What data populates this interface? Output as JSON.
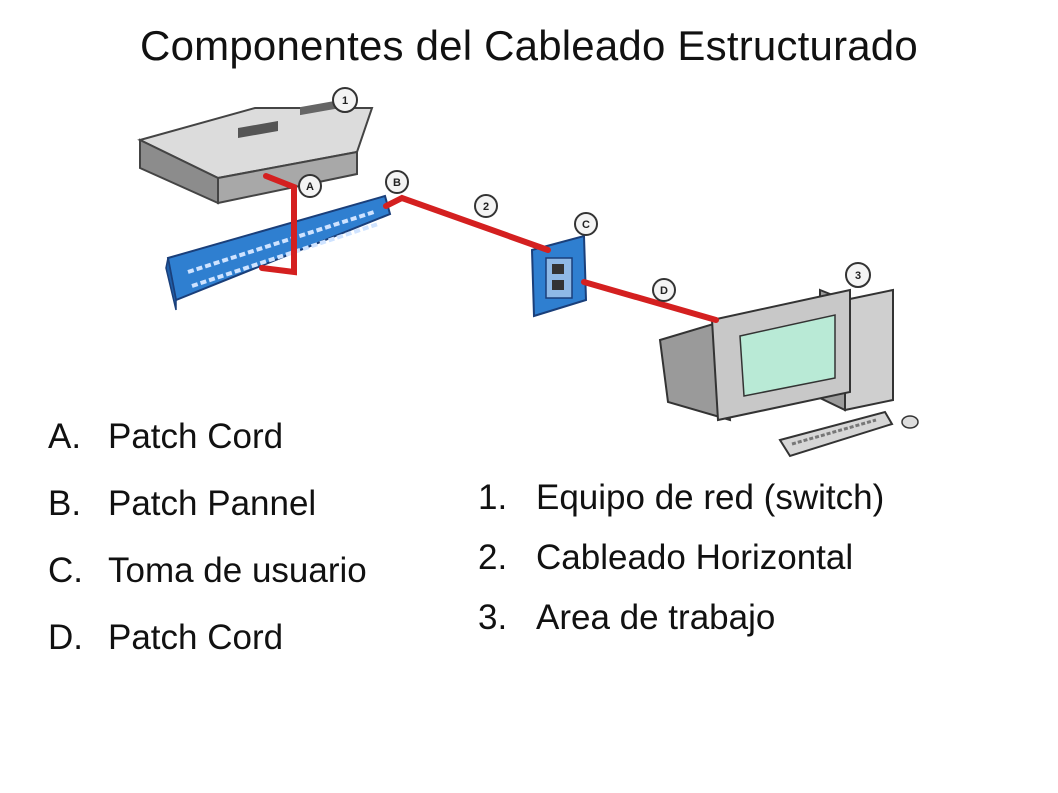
{
  "title": "Componentes del Cableado Estructurado",
  "colors": {
    "cable": "#d42020",
    "panel_blue": "#2f7fd0",
    "switch_gray": "#9a9a9a",
    "screen": "#b9ead6"
  },
  "badges": {
    "n1": "1",
    "n2": "2",
    "n3": "3",
    "a": "A",
    "b": "B",
    "c": "C",
    "d": "D"
  },
  "legend_letters": [
    {
      "marker": "A.",
      "text": "Patch Cord"
    },
    {
      "marker": "B.",
      "text": "Patch Pannel"
    },
    {
      "marker": "C.",
      "text": "Toma de usuario"
    },
    {
      "marker": "D.",
      "text": "Patch Cord"
    }
  ],
  "legend_numbers": [
    {
      "marker": "1.",
      "text": "Equipo de red (switch)"
    },
    {
      "marker": "2.",
      "text": "Cableado Horizontal"
    },
    {
      "marker": "3.",
      "text": "Area de trabajo"
    }
  ]
}
